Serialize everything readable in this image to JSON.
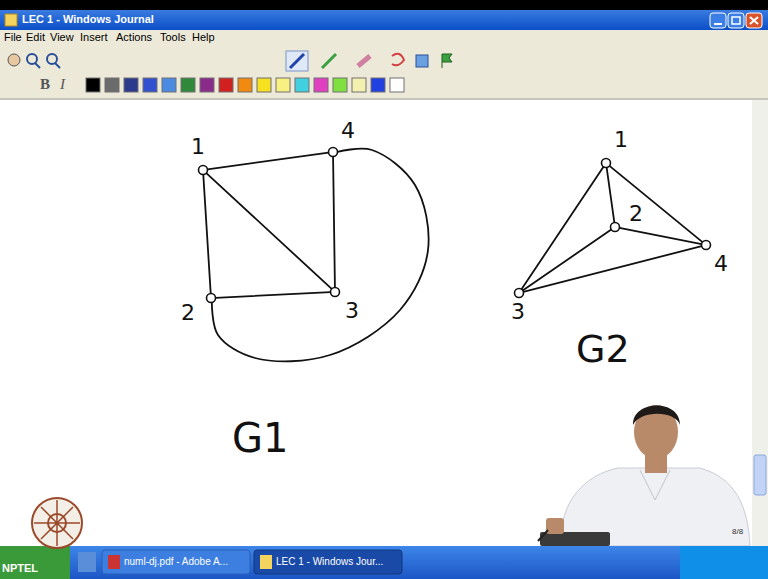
{
  "diagram": {
    "nodes": [
      {
        "text": [
          "1"
        ]
      },
      {
        "text": [
          "4"
        ]
      },
      {
        "text": [
          "2"
        ]
      },
      {
        "text": [
          "3"
        ]
      },
      {
        "text": [
          "1"
        ]
      },
      {
        "text": [
          "2"
        ]
      },
      {
        "text": [
          "4"
        ]
      },
      {
        "text": [
          "3"
        ]
      }
    ],
    "edges": [
      {
        "from": 0,
        "to": 1,
        "arrow": "none"
      },
      {
        "from": 1,
        "to": 3,
        "arrow": "none"
      },
      {
        "from": 0,
        "to": 2,
        "arrow": "none"
      },
      {
        "from": 0,
        "to": 3,
        "arrow": "none"
      },
      {
        "from": 2,
        "to": 3,
        "arrow": "none"
      },
      {
        "from": 1,
        "to": 2,
        "arrow": "none"
      },
      {
        "from": 4,
        "to": 5,
        "arrow": "none"
      },
      {
        "from": 4,
        "to": 7,
        "arrow": "none"
      },
      {
        "from": 4,
        "to": 6,
        "arrow": "none"
      },
      {
        "from": 5,
        "to": 7,
        "arrow": "none"
      },
      {
        "from": 5,
        "to": 6,
        "arrow": "none"
      },
      {
        "from": 7,
        "to": 6,
        "arrow": "none"
      }
    ],
    "labels": [
      "LEC 1 - Windows Journal",
      "File",
      "Edit",
      "View",
      "Insert",
      "Actions",
      "Tools",
      "Help",
      "B",
      "I",
      "G1",
      "G2",
      "8/8",
      "NPTEL",
      "numl-dj.pdf - Adobe A...",
      "LEC 1 - Windows Jour..."
    ]
  }
}
